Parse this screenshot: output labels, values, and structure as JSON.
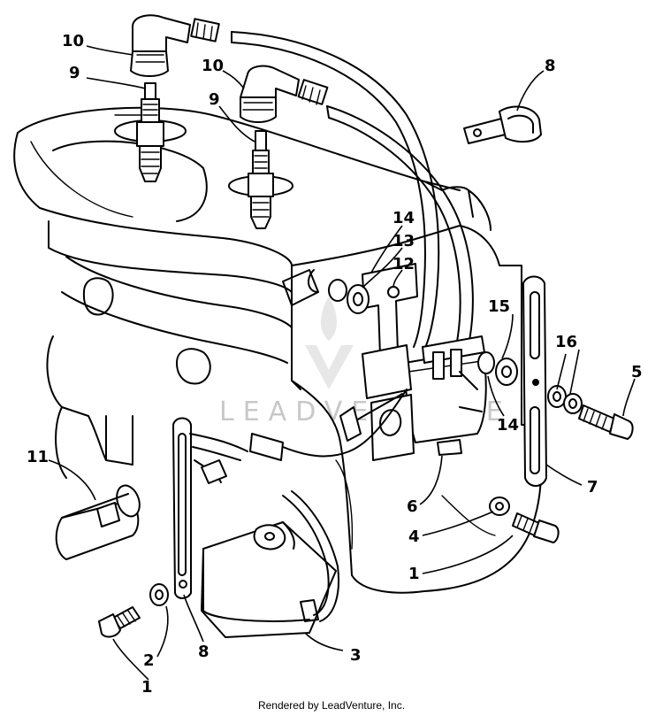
{
  "callouts": {
    "c10a": "10",
    "c9a": "9",
    "c10b": "10",
    "c9b": "9",
    "c8a": "8",
    "c14a": "14",
    "c13": "13",
    "c12": "12",
    "c15": "15",
    "c16": "16",
    "c5": "5",
    "c14b": "14",
    "c7": "7",
    "c6": "6",
    "c4": "4",
    "c1a": "1",
    "c11": "11",
    "c3": "3",
    "c2": "2",
    "c8b": "8",
    "c1b": "1"
  },
  "watermark": "LEADVENTURE",
  "footer": "Rendered by LeadVenture, Inc.",
  "colors": {
    "line": "#000000",
    "watermark": "#c8c8c8",
    "background": "#ffffff"
  }
}
